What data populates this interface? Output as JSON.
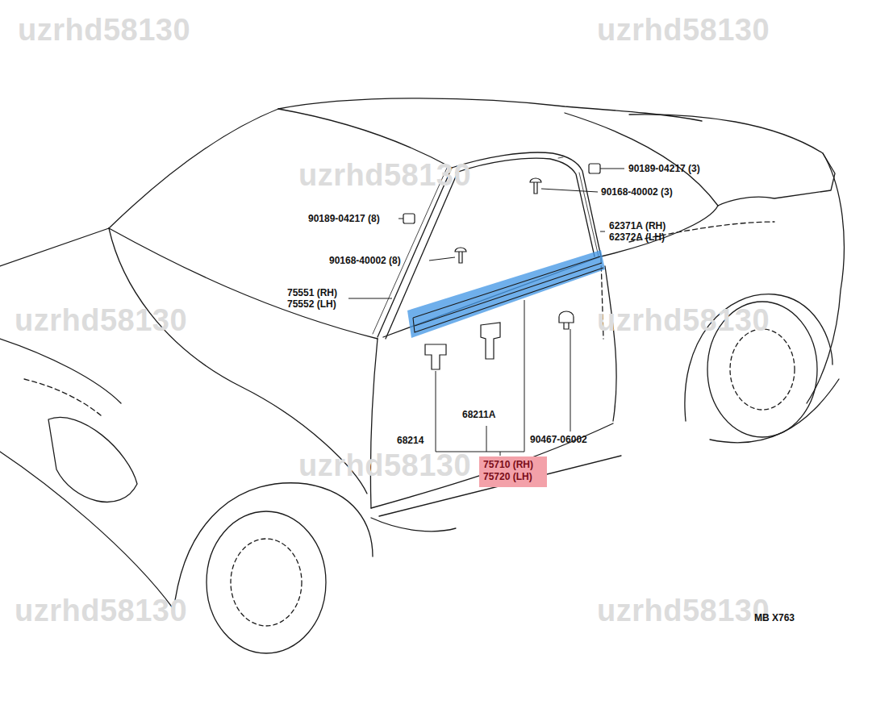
{
  "diagram": {
    "nodes": [
      {
        "text": [
          "75710 (RH)",
          "75720 (LH)"
        ]
      }
    ],
    "labels": [
      "uzrhd58130",
      "uzrhd58130",
      "uzrhd58130",
      "uzrhd58130",
      "uzrhd58130",
      "uzrhd58130",
      "uzrhd58130",
      "uzrhd58130",
      "90189-04217 (8)",
      "90168-40002 (8)",
      "75551 (RH)",
      "75552 (LH)",
      "90189-04217 (3)",
      "90168-40002 (3)",
      "62371A (RH)",
      "62372A (LH)",
      "68211A",
      "68214",
      "90467-06002",
      "MB X763"
    ]
  }
}
